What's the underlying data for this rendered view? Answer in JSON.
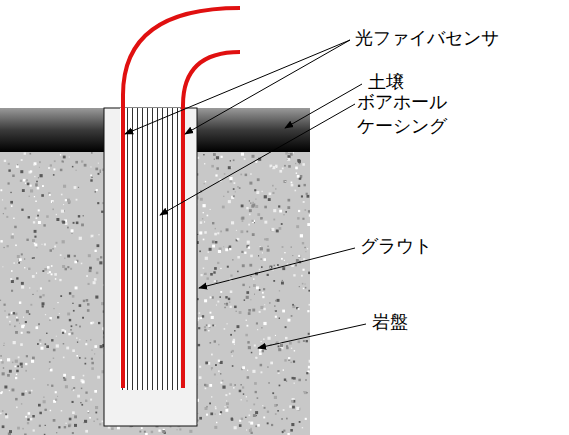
{
  "diagram": {
    "labels": [
      "光ファイバセンサ",
      "土壌",
      "ボアホール ケーシング",
      "グラウト",
      "岩盤"
    ]
  }
}
